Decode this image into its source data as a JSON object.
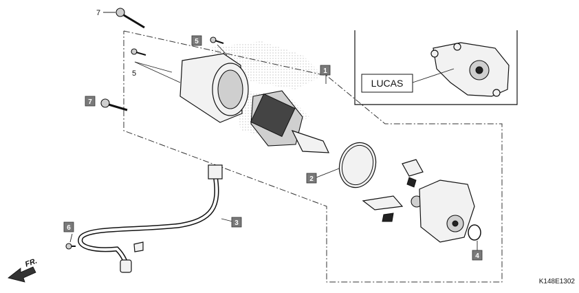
{
  "diagram": {
    "figure_code": "K148E1302",
    "inset_label": "LUCAS",
    "direction_label": "FR.",
    "callouts": [
      {
        "num": "1"
      },
      {
        "num": "2"
      },
      {
        "num": "3"
      },
      {
        "num": "4"
      },
      {
        "num": "5",
        "boxed": true
      },
      {
        "num": "5",
        "boxed": false
      },
      {
        "num": "6"
      },
      {
        "num": "7",
        "boxed": true
      },
      {
        "num": "7",
        "boxed": false
      }
    ]
  }
}
